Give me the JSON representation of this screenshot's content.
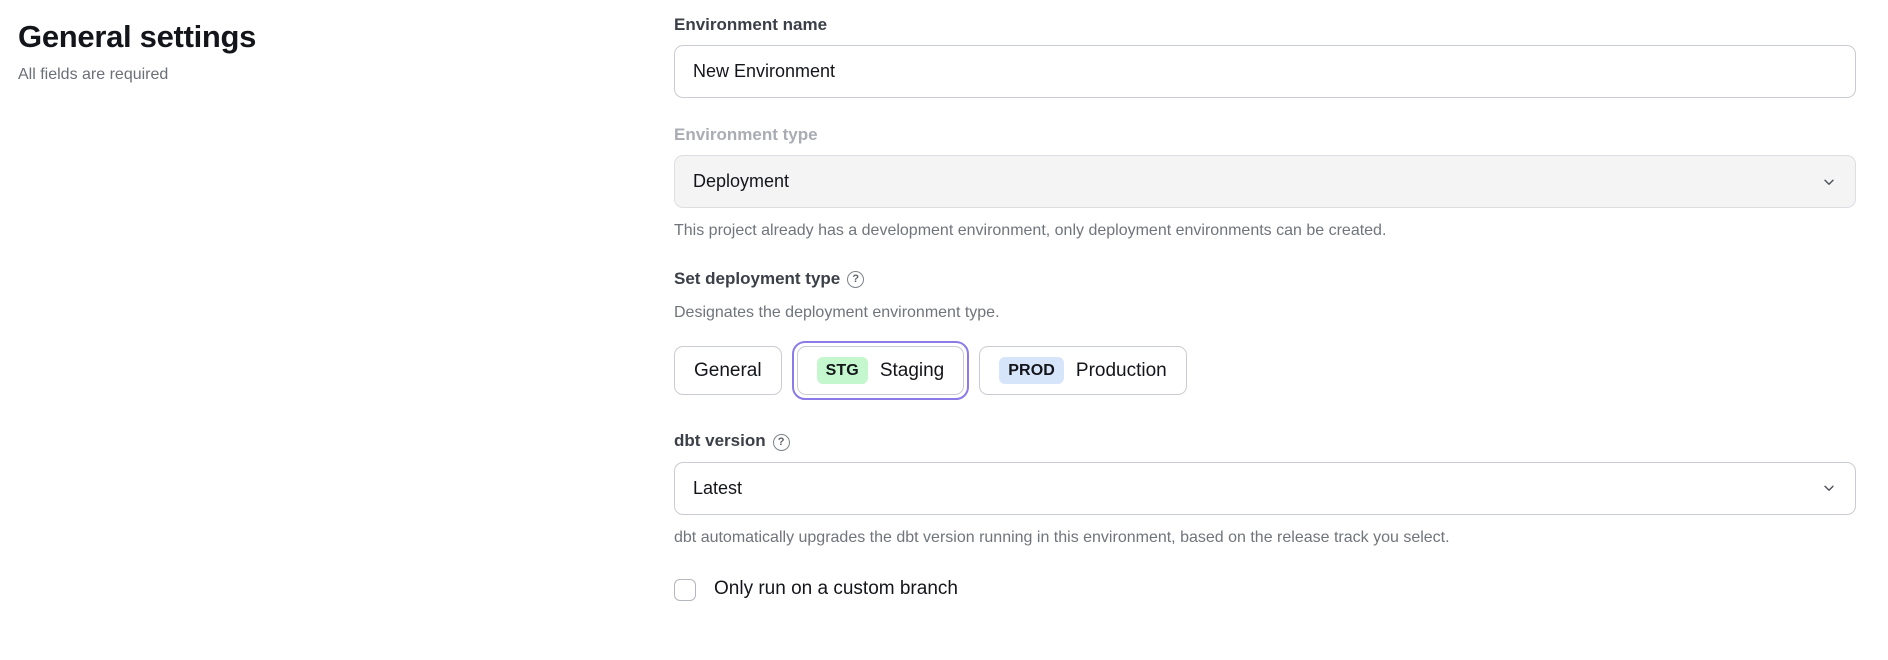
{
  "header": {
    "title": "General settings",
    "subtitle": "All fields are required"
  },
  "form": {
    "environment_name": {
      "label": "Environment name",
      "value": "New Environment"
    },
    "environment_type": {
      "label": "Environment type",
      "value": "Deployment",
      "disabled": true,
      "helper": "This project already has a development environment, only deployment environments can be created.",
      "chevron_icon": "chevron-down-icon"
    },
    "deployment_type": {
      "label": "Set deployment type",
      "help_icon": "help-circle-icon",
      "help_glyph": "?",
      "description": "Designates the deployment environment type.",
      "options": [
        {
          "label": "General",
          "badge": null,
          "selected": false
        },
        {
          "label": "Staging",
          "badge": "STG",
          "selected": true
        },
        {
          "label": "Production",
          "badge": "PROD",
          "selected": false
        }
      ]
    },
    "dbt_version": {
      "label": "dbt version",
      "help_icon": "help-circle-icon",
      "help_glyph": "?",
      "value": "Latest",
      "helper": "dbt automatically upgrades the dbt version running in this environment, based on the release track you select.",
      "chevron_icon": "chevron-down-icon"
    },
    "custom_branch": {
      "label": "Only run on a custom branch",
      "checked": false
    }
  },
  "colors": {
    "badge_staging_bg": "#c4f7ce",
    "badge_production_bg": "#d7e5fb",
    "focus_ring": "#8b7ae8",
    "text_primary": "#14151a",
    "text_muted": "#70747b",
    "border": "#c9ccd2"
  }
}
